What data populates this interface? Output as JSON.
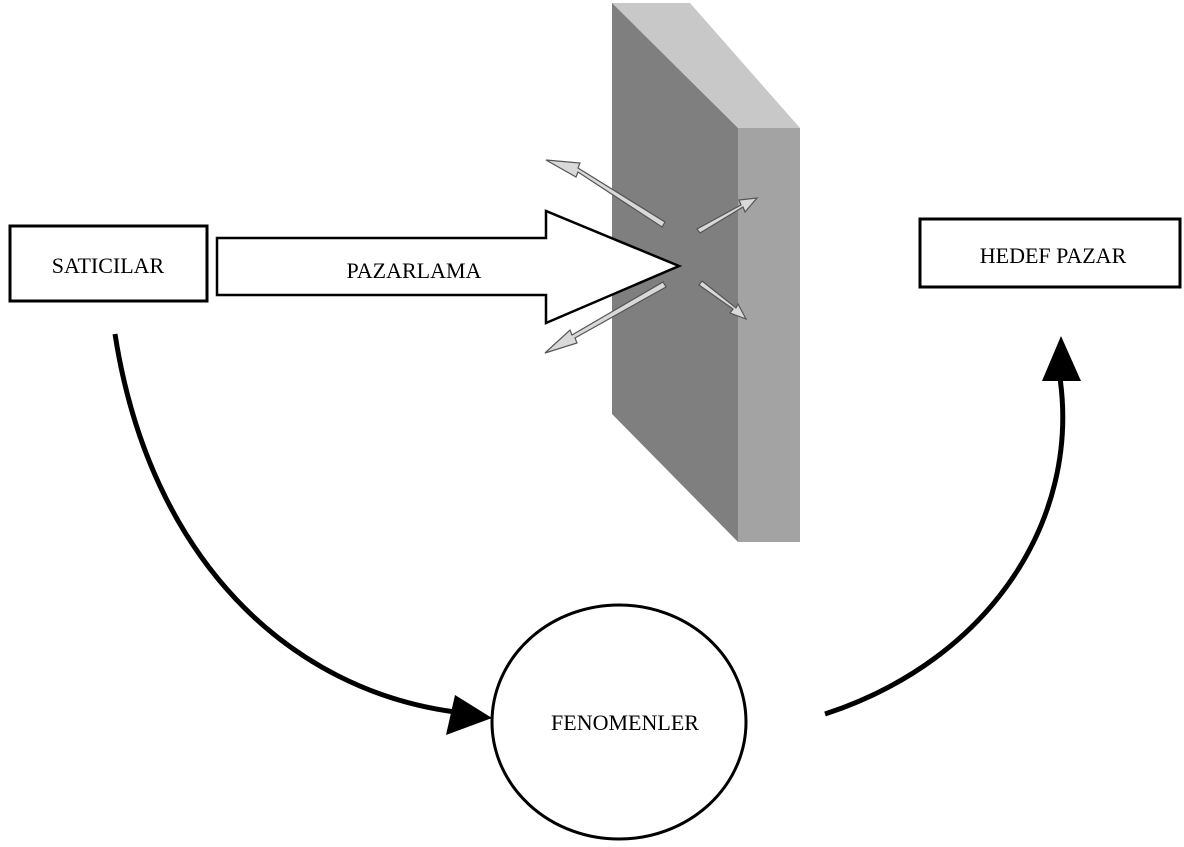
{
  "nodes": {
    "sellers": {
      "label": "SATICILAR"
    },
    "marketing": {
      "label": "PAZARLAMA"
    },
    "target_market": {
      "label": "HEDEF PAZAR"
    },
    "influencers": {
      "label": "FENOMENLER"
    }
  },
  "colors": {
    "stroke": "#000000",
    "wall_front": "#7f7f80",
    "wall_top": "#c8c8c9",
    "wall_side": "#a3a3a4",
    "deflect_arrow_fill": "#d9d9d9",
    "deflect_arrow_stroke": "#555555"
  }
}
